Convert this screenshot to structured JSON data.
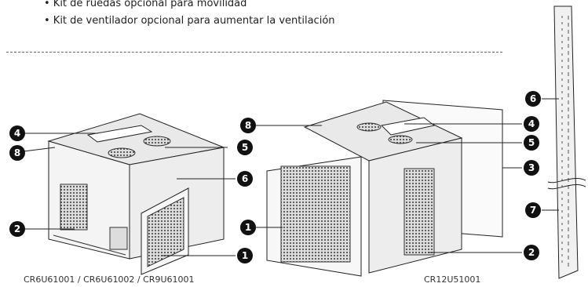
{
  "bullets": [
    "• Kit de ruedas opcional para movilidad",
    "• Kit de ventilador opcional para aumentar la ventilación"
  ],
  "captions": {
    "left": "CR6U61001 / CR6U61002 / CR9U61001",
    "right": "CR12U51001"
  },
  "callouts": {
    "left_4": "4",
    "left_8": "8",
    "left_5": "5",
    "left_6": "6",
    "left_2": "2",
    "left_1": "1",
    "mid_8": "8",
    "mid_1": "1",
    "right_4": "4",
    "right_5": "5",
    "right_3": "3",
    "right_2": "2",
    "rail_6": "6",
    "rail_7": "7"
  }
}
